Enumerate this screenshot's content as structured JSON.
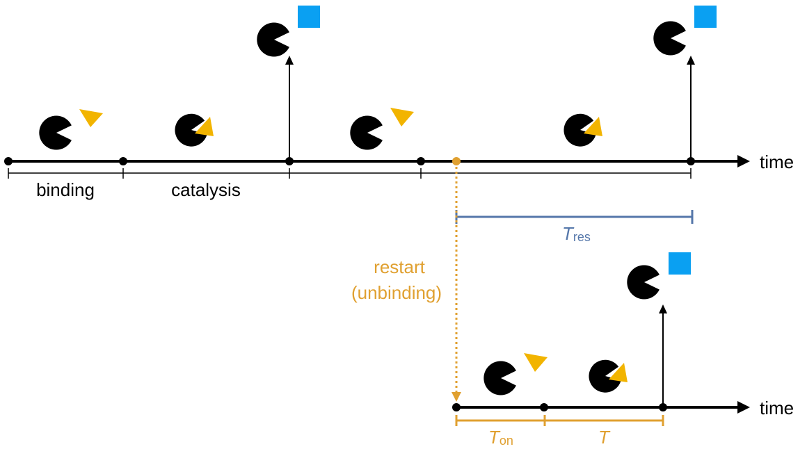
{
  "colors": {
    "axis": "#000000",
    "enzyme": "#000000",
    "substrate": "#f2b400",
    "product": "#0aa0f2",
    "restart": "#e0a030",
    "t_res": "#5577aa"
  },
  "top_timeline": {
    "axis_label": "time",
    "phase_labels": {
      "binding": "binding",
      "catalysis": "catalysis"
    }
  },
  "restart": {
    "line1": "restart",
    "line2": "(unbinding)"
  },
  "t_res": {
    "symbol": "T",
    "subscript": "res"
  },
  "bottom_timeline": {
    "axis_label": "time",
    "t_on": {
      "symbol": "T",
      "subscript": "on"
    },
    "t": {
      "symbol": "T"
    }
  },
  "icons": [
    "enzyme-icon",
    "substrate-icon",
    "product-icon",
    "arrow-icon"
  ]
}
